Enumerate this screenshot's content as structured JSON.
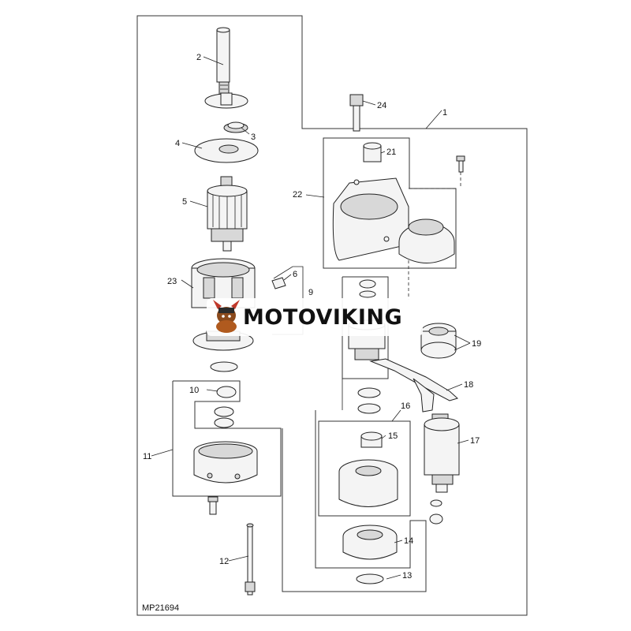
{
  "figure_id": "MP21694",
  "watermark": {
    "brand": "MOTOVIKING"
  },
  "callouts": {
    "c1": "1",
    "c2": "2",
    "c3": "3",
    "c4": "4",
    "c5": "5",
    "c6": "6",
    "c9": "9",
    "c10": "10",
    "c11": "11",
    "c12": "12",
    "c13": "13",
    "c14": "14",
    "c15": "15",
    "c16": "16",
    "c17": "17",
    "c18": "18",
    "c19": "19",
    "c21": "21",
    "c22": "22",
    "c23": "23",
    "c24": "24"
  }
}
